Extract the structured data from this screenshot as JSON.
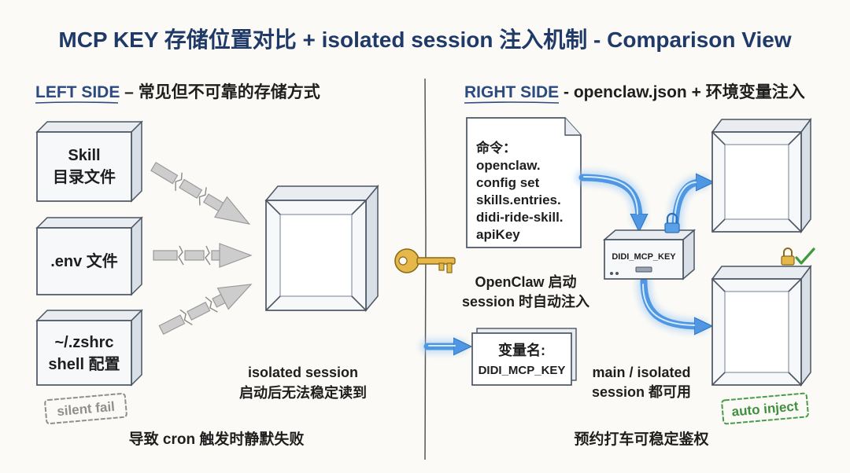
{
  "title": "MCP KEY 存储位置对比 + isolated session 注入机制 - Comparison View",
  "left": {
    "heading_label": "LEFT SIDE",
    "heading_text": " – 常见但不可靠的存储方式",
    "sources": [
      {
        "lines": [
          "Skill",
          "目录文件"
        ]
      },
      {
        "lines": [
          ".env 文件"
        ]
      },
      {
        "lines": [
          "~/.zshrc",
          "shell 配置"
        ]
      }
    ],
    "stamp": "silent fail",
    "session_note": [
      "isolated session",
      "启动后无法稳定读到"
    ],
    "footer": "导致 cron 触发时静默失败"
  },
  "right": {
    "heading_label": "RIGHT SIDE",
    "heading_text": " - openclaw.json + 环境变量注入",
    "command_doc": [
      "命令：",
      "openclaw.",
      "config set",
      "skills.entries.",
      "didi-ride-skill.",
      "apiKey"
    ],
    "inject_note": [
      "OpenClaw 启动",
      "session 时自动注入"
    ],
    "var_box": [
      "变量名:",
      "DIDI_MCP_KEY"
    ],
    "device_label": "DIDI_MCP_KEY",
    "sessions_note": [
      "main / isolated",
      "session 都可用"
    ],
    "stamp": "auto inject",
    "footer": "预约打车可稳定鉴权"
  },
  "icons": {
    "key": "key-icon",
    "lock": "lock-icon",
    "check": "check-icon"
  },
  "colors": {
    "title": "#1f3a68",
    "accent": "#4f97e3",
    "fail": "#8f8f8f",
    "ok": "#3f8f3f",
    "gold": "#e6b84a"
  }
}
